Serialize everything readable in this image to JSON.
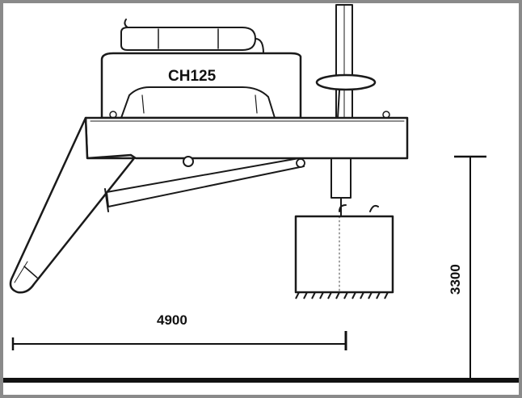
{
  "diagram": {
    "model_label": "CH125",
    "horizontal_dimension": "4900",
    "vertical_dimension": "3300"
  },
  "colors": {
    "frame": "#8a8a8a",
    "ink": "#1a1a1a",
    "background": "#ffffff"
  }
}
